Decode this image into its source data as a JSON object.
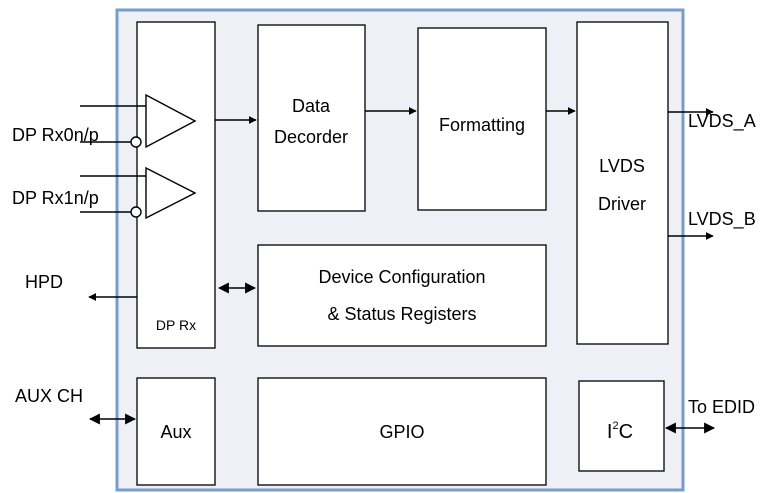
{
  "blocks": {
    "dp_rx": "DP Rx",
    "data_decoder_line1": "Data",
    "data_decoder_line2": "Decorder",
    "formatting": "Formatting",
    "lvds_driver_line1": "LVDS",
    "lvds_driver_line2": "Driver",
    "registers_line1": "Device Configuration",
    "registers_line2": "& Status Registers",
    "aux": "Aux",
    "gpio": "GPIO",
    "i2c_main": "I",
    "i2c_sup": "2",
    "i2c_end": "C"
  },
  "signals": {
    "dp_rx0": "DP Rx0n/p",
    "dp_rx1": "DP Rx1n/p",
    "hpd": "HPD",
    "aux_ch": "AUX CH",
    "lvds_a": "LVDS_A",
    "lvds_b": "LVDS_B",
    "to_edid": "To EDID"
  },
  "colors": {
    "chip_fill": "#eef0f5",
    "chip_border": "#7a9ccc"
  }
}
